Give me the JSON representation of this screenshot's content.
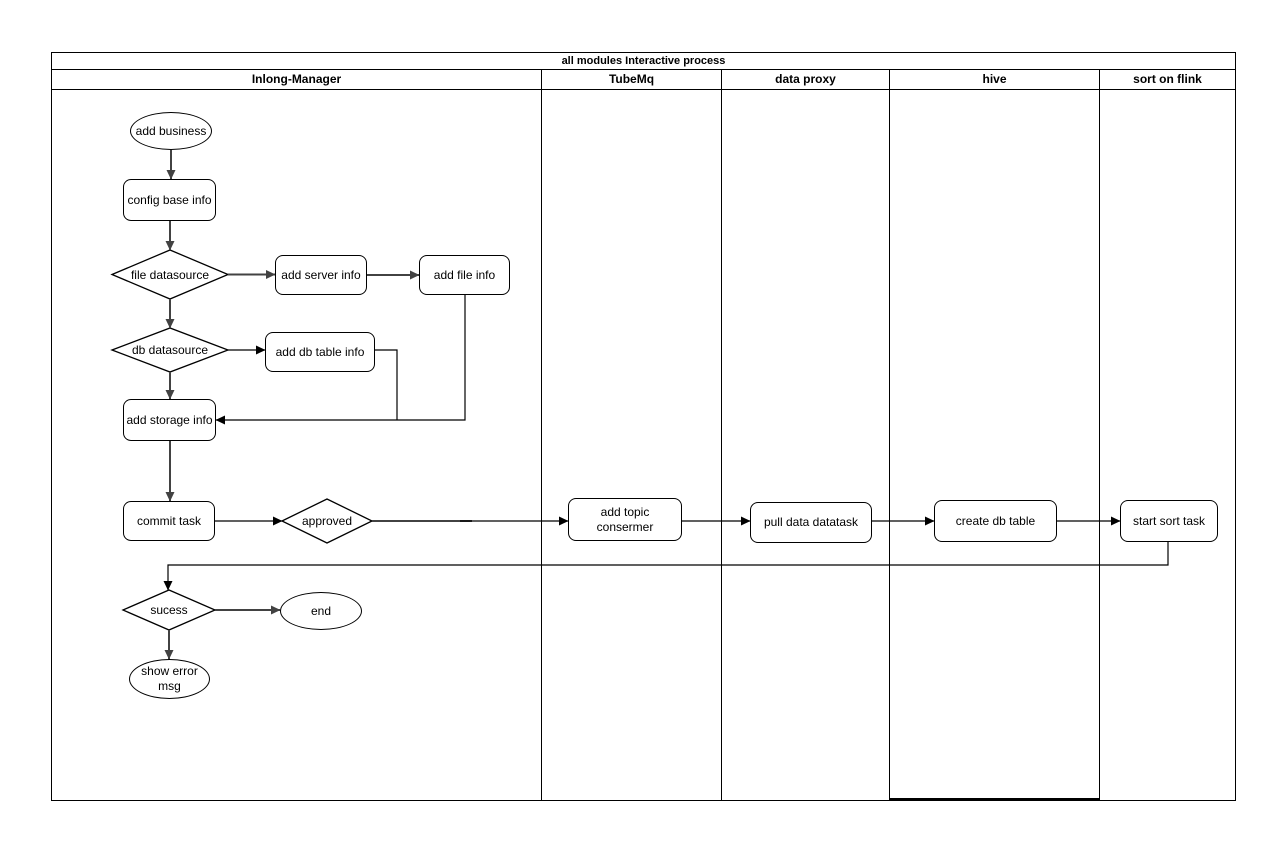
{
  "pool": {
    "title": "all modules Interactive process",
    "lanes": [
      {
        "label": "Inlong-Manager"
      },
      {
        "label": "TubeMq"
      },
      {
        "label": "data proxy"
      },
      {
        "label": "hive"
      },
      {
        "label": "sort on flink"
      }
    ]
  },
  "nodes": {
    "add_business": "add business",
    "config_base_info": "config base info",
    "file_datasource": "file datasource",
    "add_server_info": "add server info",
    "add_file_info": "add file info",
    "db_datasource": "db datasource",
    "add_db_table_info": "add db table info",
    "add_storage_info": "add storage info",
    "commit_task": "commit task",
    "approved": "approved",
    "add_topic_consermer": "add topic consermer",
    "pull_data_datatask": "pull data datatask",
    "create_db_table": "create db table",
    "start_sort_task": "start sort task",
    "sucess": "sucess",
    "end": "end",
    "show_error_msg": "show error msg"
  },
  "colors": {
    "shape_border": "#000000",
    "connector_gray": "#424242",
    "connector_black": "#000000",
    "background": "#ffffff"
  }
}
